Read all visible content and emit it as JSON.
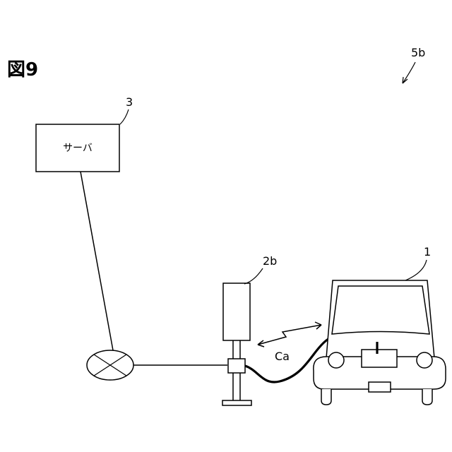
{
  "figure": {
    "title": "図9"
  },
  "labels": {
    "system_ref": "5b",
    "server_ref": "3",
    "server_text": "サーバ",
    "charger_ref": "2b",
    "cable_ref": "Ca",
    "vehicle_ref": "1"
  }
}
